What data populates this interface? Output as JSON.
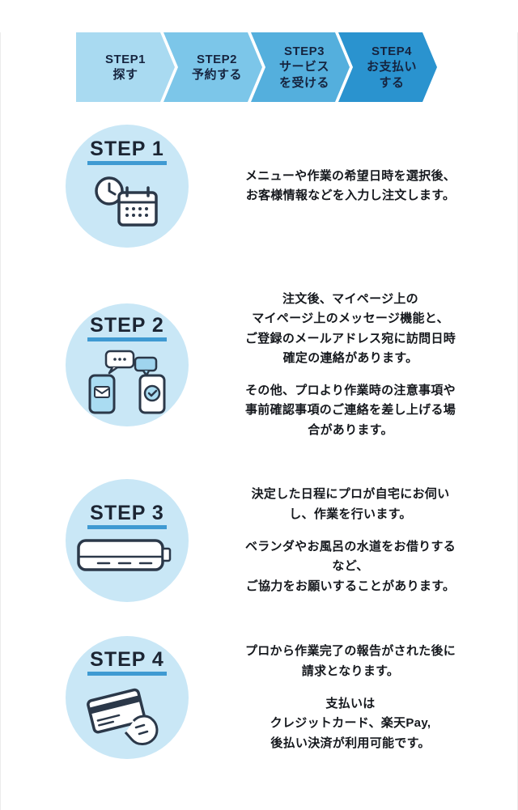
{
  "banner": {
    "steps": [
      {
        "label": "STEP1\n探す"
      },
      {
        "label": "STEP2\n予約する"
      },
      {
        "label": "STEP3\nサービス\nを受ける"
      },
      {
        "label": "STEP4\nお支払い\nする"
      }
    ]
  },
  "steps": [
    {
      "title": "STEP 1",
      "icon": "clock-calendar-icon",
      "paragraphs": [
        "メニューや作業の希望日時を選択後、\nお客様情報などを入力し注文します。"
      ]
    },
    {
      "title": "STEP 2",
      "icon": "phones-chat-icon",
      "paragraphs": [
        "注文後、マイページ上の\nマイページ上のメッセージ機能と、\nご登録のメールアドレス宛に訪問日時\n確定の連絡があります。",
        "その他、プロより作業時の注意事項や\n事前確認事項のご連絡を差し上げる場\n合があります。"
      ]
    },
    {
      "title": "STEP 3",
      "icon": "air-conditioner-icon",
      "paragraphs": [
        "決定した日程にプロが自宅にお伺い\nし、作業を行います。",
        "ベランダやお風呂の水道をお借りする\nなど、\nご協力をお願いすることがあります。"
      ]
    },
    {
      "title": "STEP 4",
      "icon": "credit-card-hand-icon",
      "paragraphs": [
        "プロから作業完了の報告がされた後に\n請求となります。",
        "支払いは\nクレジットカード、楽天Pay,\n後払い決済が利用可能です。"
      ]
    }
  ],
  "colors": {
    "banner_segments": [
      "#a9daf1",
      "#7cc6e9",
      "#54afdd",
      "#2a93cf"
    ],
    "circle_bg": "#c9e7f6",
    "accent_underline": "#3f9ad2",
    "icon_stroke": "#2b3849",
    "text": "#15181d"
  }
}
